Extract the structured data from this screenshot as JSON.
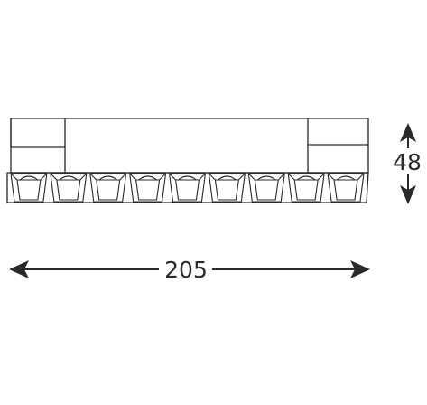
{
  "dimensions": {
    "width_value": "205",
    "height_value": "48"
  },
  "fixture": {
    "cell_count": 9
  },
  "colors": {
    "line": "#2a2a2a",
    "background": "#ffffff"
  }
}
